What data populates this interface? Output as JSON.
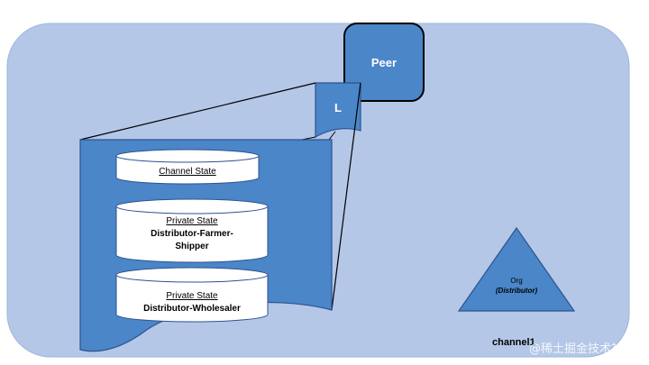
{
  "peer": {
    "label": "Peer"
  },
  "ledger": {
    "label": "L"
  },
  "databases": [
    {
      "title": "Channel State",
      "subtitle": ""
    },
    {
      "title": "Private State",
      "subtitle": "Distributor-Farmer-Shipper"
    },
    {
      "title": "Private State",
      "subtitle": "Distributor-Wholesaler"
    }
  ],
  "org": {
    "label": "Org",
    "name": "(Distributor)"
  },
  "channel": {
    "label": "channel1"
  },
  "watermark": {
    "text": "@稀土掘金技术社区"
  },
  "colors": {
    "channel_bg": "#b4c7e7",
    "blue": "#4a86c8",
    "border": "#2f528f",
    "db_fill": "#ffffff"
  }
}
